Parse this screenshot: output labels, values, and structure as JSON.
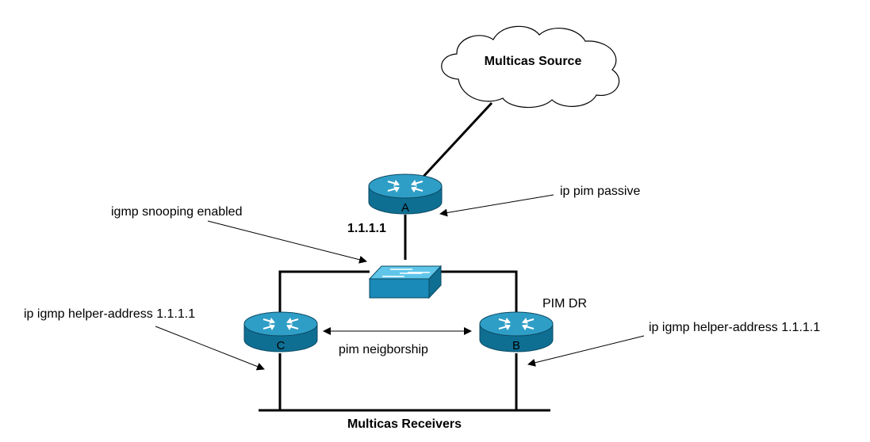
{
  "cloud": {
    "label": "Multicas Source"
  },
  "routers": {
    "a": {
      "letter": "A",
      "note": "ip pim passive",
      "address": "1.1.1.1"
    },
    "b": {
      "letter": "B",
      "role": "PIM DR",
      "note": "ip igmp helper-address 1.1.1.1"
    },
    "c": {
      "letter": "C",
      "note": "ip igmp helper-address 1.1.1.1"
    }
  },
  "switch": {
    "note": "igmp snooping enabled"
  },
  "link_cb": {
    "label": "pim neigborship"
  },
  "lan": {
    "label": "Multicas Receivers"
  },
  "colors": {
    "router_top": "#2f9ec6",
    "router_body": "#0f6f93",
    "switch_top": "#5fc6ea",
    "switch_front": "#1a8ab8",
    "cloud_fill": "#ffffff"
  }
}
